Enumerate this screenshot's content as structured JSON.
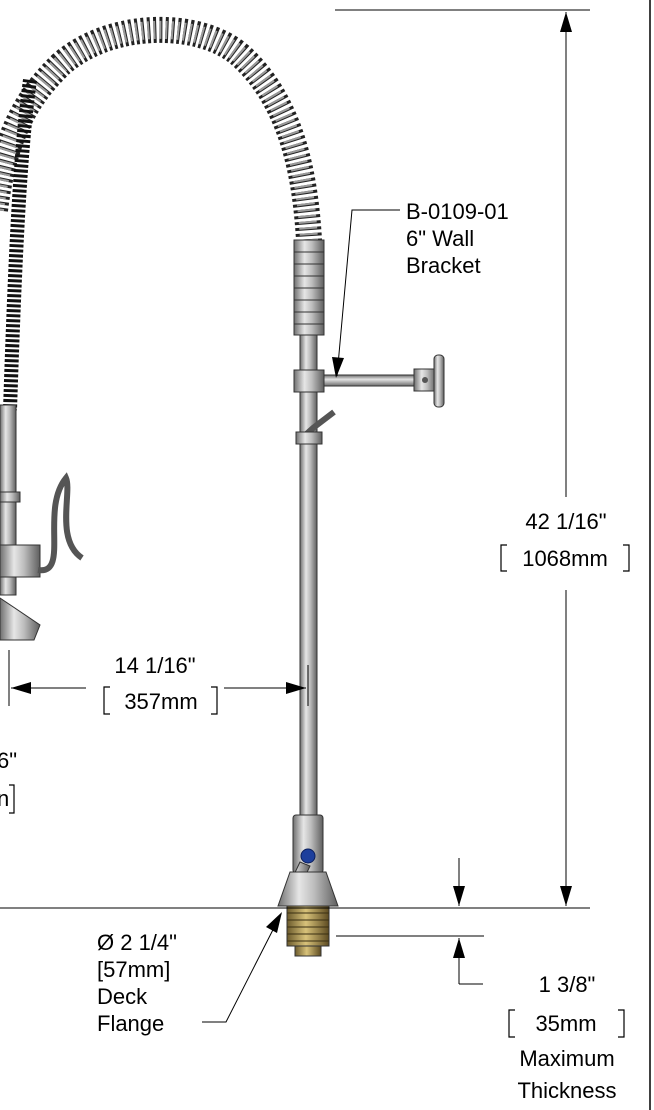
{
  "callouts": {
    "bracket": {
      "part": "B-0109-01",
      "line2": "6\" Wall",
      "line3": "Bracket"
    },
    "flange": {
      "line1": "Ø 2 1/4\"",
      "line2": "[57mm]",
      "line3": "Deck",
      "line4": "Flange"
    }
  },
  "dimensions": {
    "height": {
      "imperial": "42 1/16\"",
      "metric": "1068mm"
    },
    "reach": {
      "imperial": "14 1/16\"",
      "metric": "357mm"
    },
    "partial_left": {
      "imperial": "6\"",
      "metric": "n"
    },
    "thickness": {
      "imperial": "1 3/8\"",
      "metric": "35mm",
      "line3": "Maximum",
      "line4": "Thickness"
    }
  }
}
